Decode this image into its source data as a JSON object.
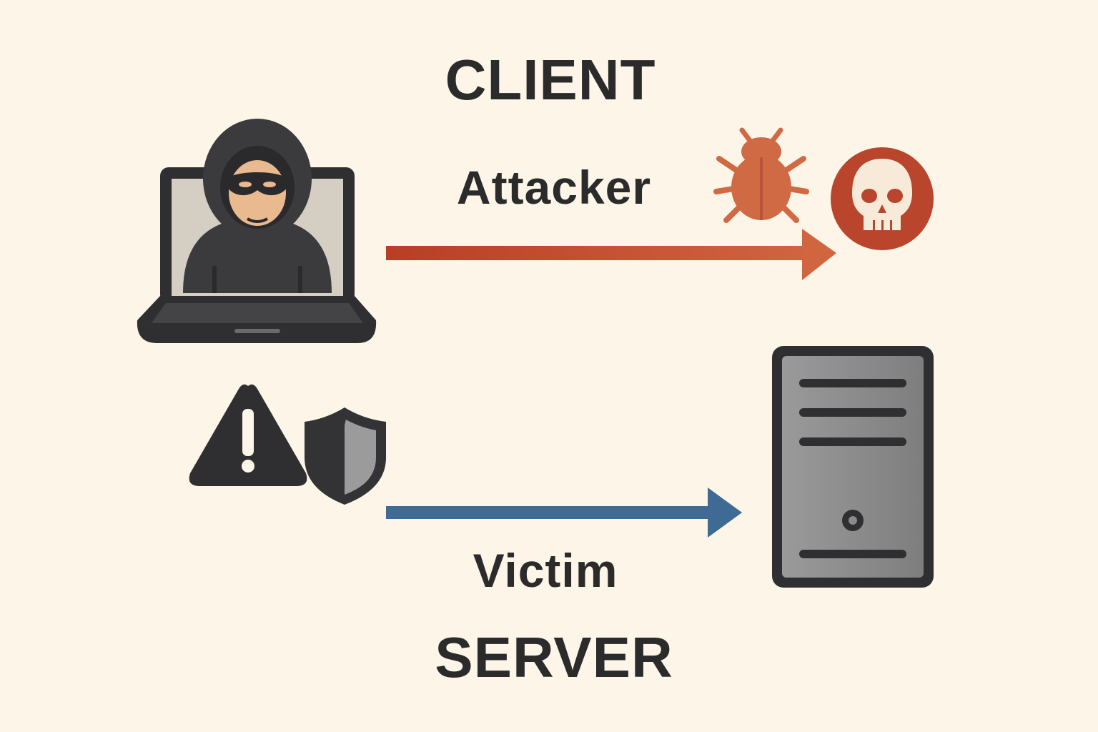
{
  "labels": {
    "client": "CLIENT",
    "attacker": "Attacker",
    "victim": "Victim",
    "server": "SERVER"
  },
  "icons": {
    "attacker": "hooded-hacker-laptop-icon",
    "bug": "bug-icon",
    "skull": "skull-icon",
    "warning": "warning-icon",
    "shield": "shield-icon",
    "server": "server-tower-icon"
  },
  "colors": {
    "background": "#fdf6e8",
    "text": "#2b2b2b",
    "attack_arrow": "#c24a2c",
    "victim_arrow": "#3f6a93",
    "bug": "#d06a45",
    "skull_circle": "#b8452c",
    "dark": "#2f2f31",
    "server_body": "#8e8e8e"
  }
}
